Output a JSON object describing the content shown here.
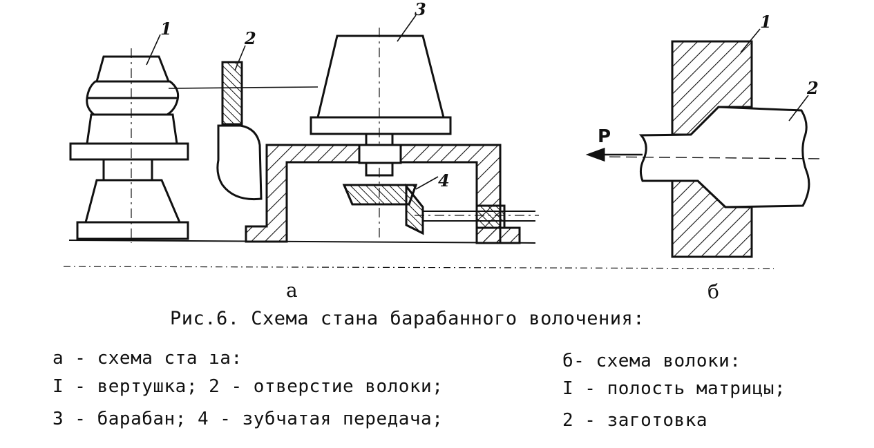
{
  "figure": {
    "part_a": {
      "sub_label": "а",
      "callouts": [
        "1",
        "2",
        "3",
        "4"
      ]
    },
    "part_b": {
      "sub_label": "б",
      "callouts": [
        "1",
        "2"
      ],
      "force_label": "P"
    }
  },
  "caption": "Рис.6. Схема стана барабанного волочения:",
  "legend": {
    "left": [
      "а - схема ста ıа:",
      "I - вертушка; 2 - отверстие волоки;",
      "3 - барабан; 4 - зубчатая передача;"
    ],
    "right": [
      "б- схема волоки:",
      "I - полость матрицы;",
      "2 - заготовка"
    ]
  }
}
